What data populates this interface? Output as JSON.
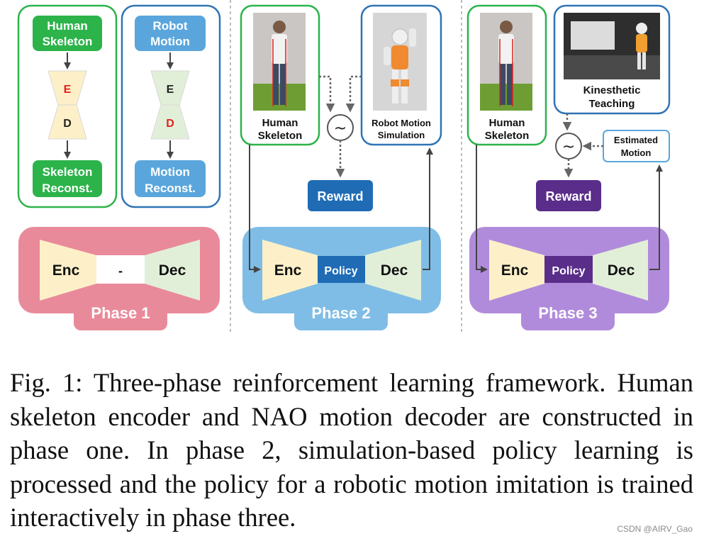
{
  "phase1": {
    "title": "Phase 1",
    "human_skeleton": [
      "Human",
      "Skeleton"
    ],
    "robot_motion": [
      "Robot",
      "Motion"
    ],
    "enc_letter": "E",
    "dec_letter": "D",
    "skeleton_reconst": [
      "Skeleton",
      "Reconst."
    ],
    "motion_reconst": [
      "Motion",
      "Reconst."
    ],
    "enc": "Enc",
    "middle": "-",
    "dec": "Dec"
  },
  "phase2": {
    "title": "Phase 2",
    "human_skeleton": [
      "Human",
      "Skeleton"
    ],
    "robot_sim": [
      "Robot Motion",
      "Simulation"
    ],
    "tilde": "~",
    "reward": "Reward",
    "enc": "Enc",
    "policy": "Policy",
    "dec": "Dec"
  },
  "phase3": {
    "title": "Phase 3",
    "human_skeleton": [
      "Human",
      "Skeleton"
    ],
    "kinesthetic": [
      "Kinesthetic",
      "Teaching"
    ],
    "estimated": [
      "Estimated",
      "Motion"
    ],
    "tilde": "~",
    "reward": "Reward",
    "enc": "Enc",
    "policy": "Policy",
    "dec": "Dec"
  },
  "caption": "Fig. 1: Three-phase reinforcement learning framework. Human skeleton encoder and NAO motion decoder are constructed in phase one. In phase 2, simulation-based policy learning is processed and the policy for a robotic motion imitation is trained interactively in phase three.",
  "watermark": "CSDN @AIRV_Gao",
  "colors": {
    "green": "#2cb34a",
    "blue_box": "#5aa6dc",
    "pink": "#e98a9a",
    "light_blue": "#7fbde6",
    "purple": "#b18bdb",
    "policy_blue": "#1f6cb5",
    "policy_purple": "#5a2d8a",
    "enc_fill": "#fdf0c8",
    "dec_fill": "#e2efd8"
  }
}
